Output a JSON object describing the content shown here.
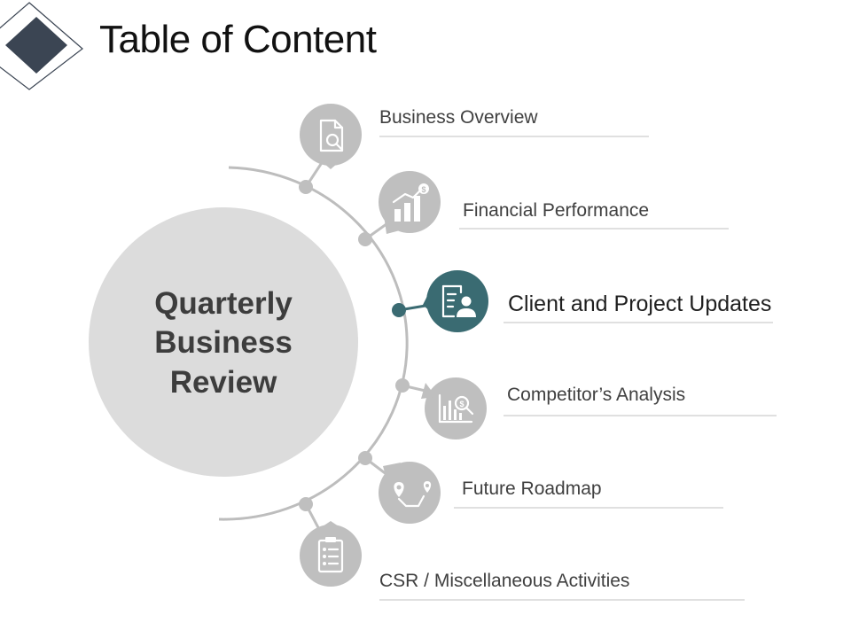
{
  "page": {
    "title": "Table of Content"
  },
  "center": {
    "lines": [
      "Quarterly",
      "Business",
      "Review"
    ]
  },
  "colors": {
    "node_gray": "#bfbfbf",
    "node_active": "#3a6b72",
    "center_circle": "#dcdcdc",
    "arc": "#bdbdbd",
    "title_mark": "#3b4553"
  },
  "items": [
    {
      "label": "Business Overview",
      "icon": "document-search-icon",
      "active": false
    },
    {
      "label": "Financial Performance",
      "icon": "growth-chart-icon",
      "active": false
    },
    {
      "label": "Client and Project Updates",
      "icon": "client-document-icon",
      "active": true
    },
    {
      "label": "Competitor’s Analysis",
      "icon": "analysis-chart-icon",
      "active": false
    },
    {
      "label": "Future Roadmap",
      "icon": "route-map-icon",
      "active": false
    },
    {
      "label": "CSR / Miscellaneous Activities",
      "icon": "checklist-icon",
      "active": false
    }
  ]
}
